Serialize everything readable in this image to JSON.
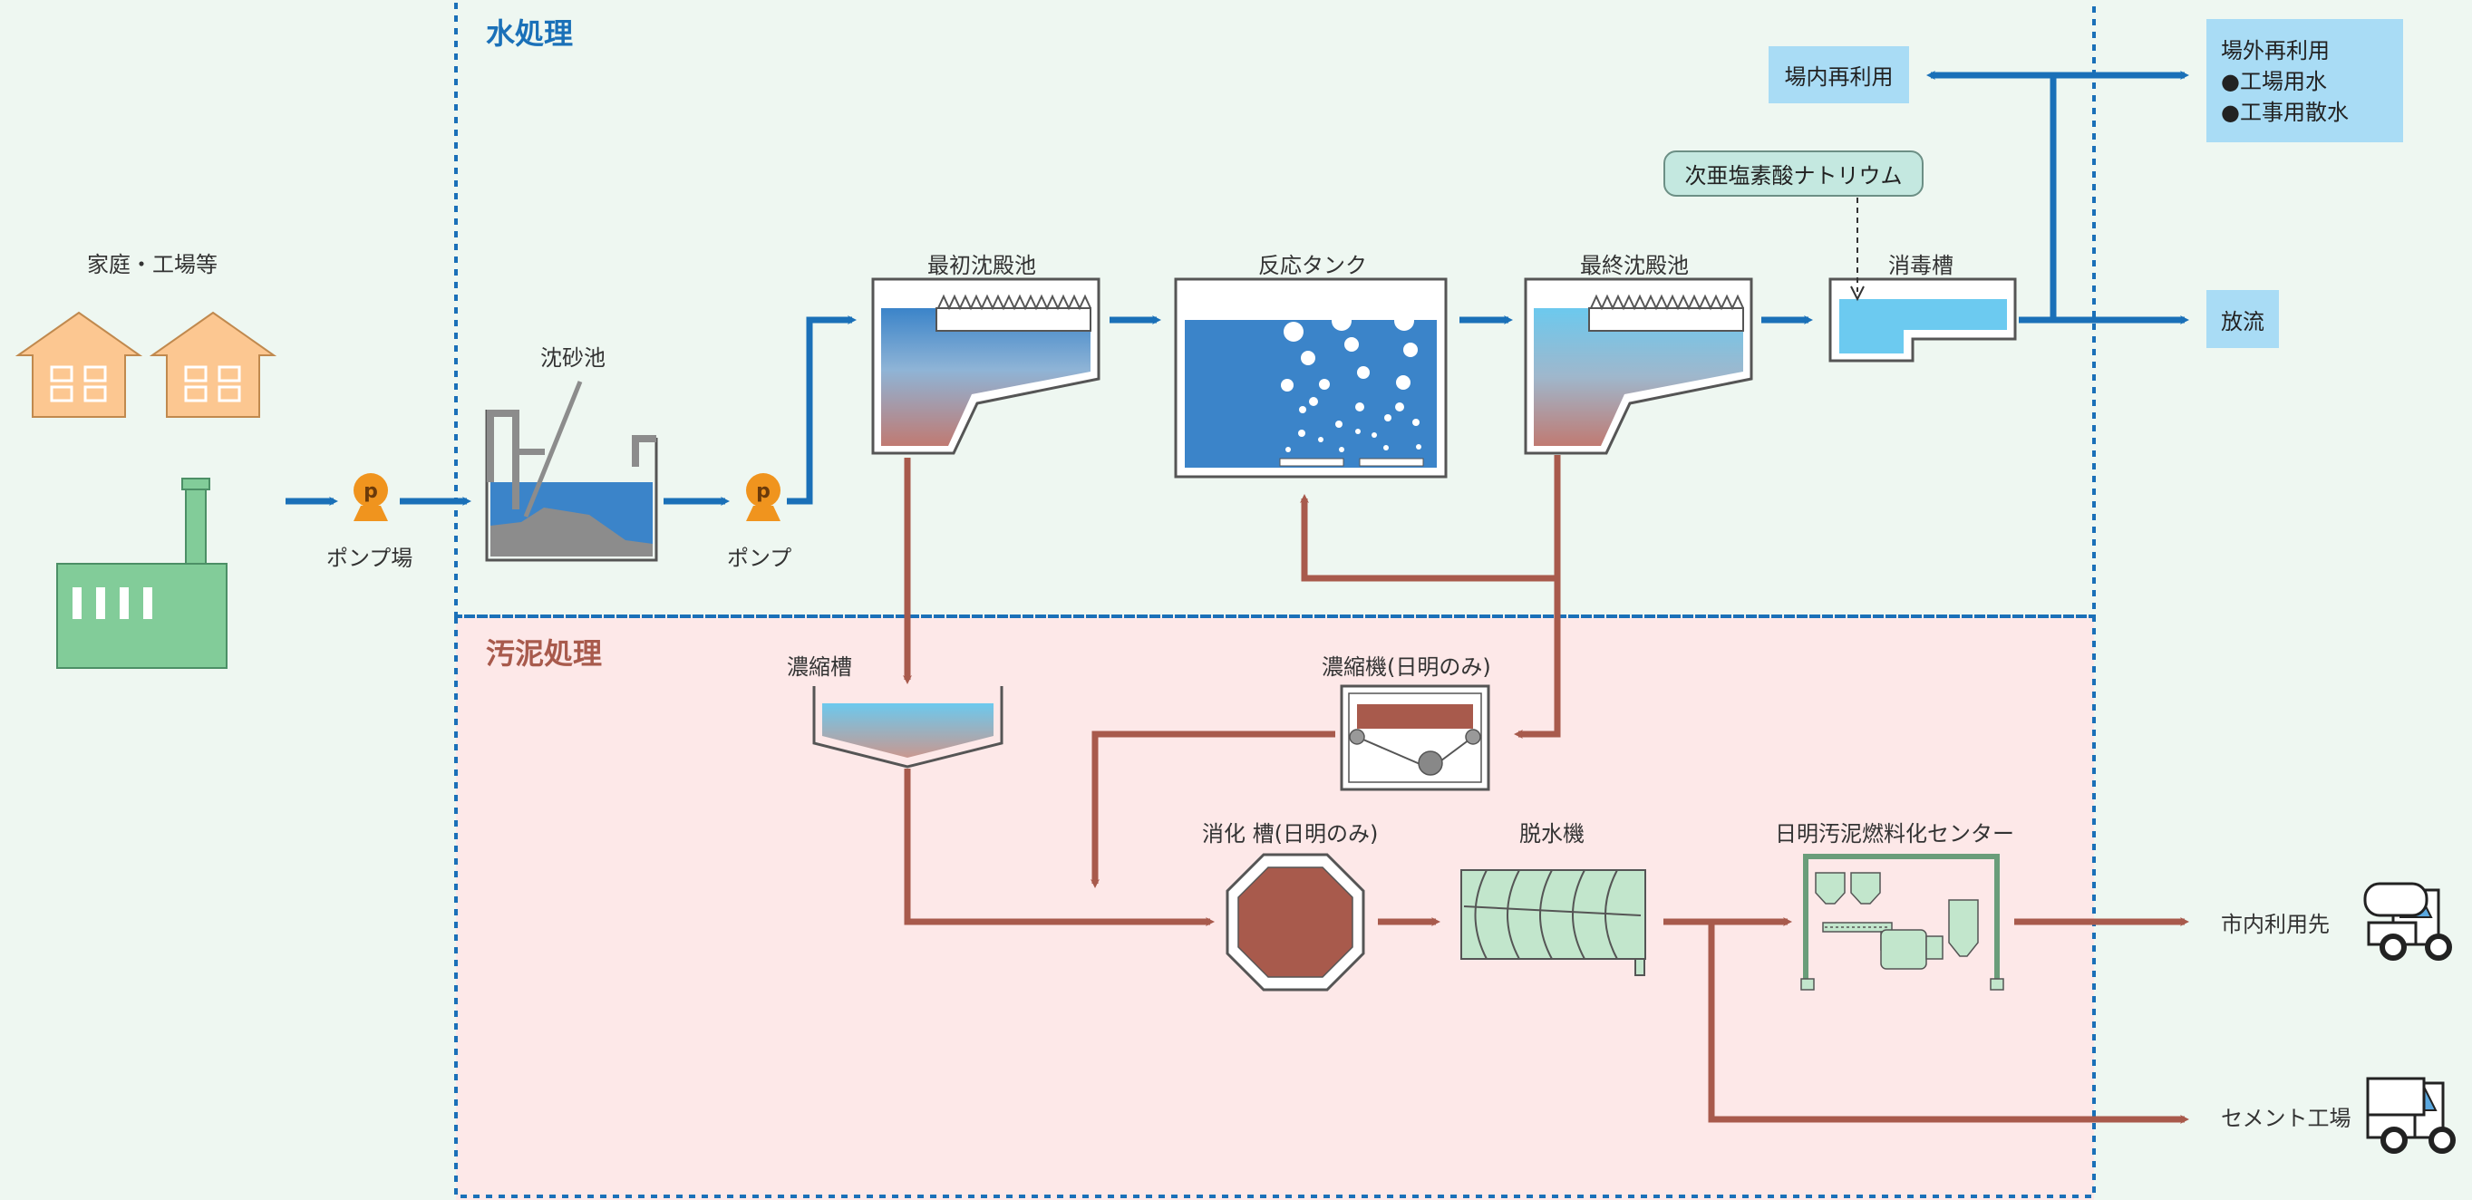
{
  "sections": {
    "water": {
      "title": "水処理",
      "color": "#1a70b8"
    },
    "sludge": {
      "title": "汚泥処理",
      "color": "#a85a4c"
    }
  },
  "colors": {
    "water_flow": "#1a70b8",
    "sludge_flow": "#a85a4c",
    "water_bg": "#eef7f1",
    "sludge_bg": "#fde8e8"
  },
  "sources": {
    "label": "家庭・工場等"
  },
  "water_process": {
    "pump_station": "ポンプ場",
    "pump_icon_letter": "p",
    "grit_chamber": "沈砂池",
    "pump": "ポンプ",
    "primary_settling": "最初沈殿池",
    "reaction_tank": "反応タンク",
    "final_settling": "最終沈殿池",
    "disinfection": "消毒槽",
    "chemical": "次亜塩素酸ナトリウム"
  },
  "outputs": {
    "onsite_reuse": "場内再利用",
    "offsite_reuse": {
      "title": "場外再利用",
      "items": [
        "●工場用水",
        "●工事用散水"
      ]
    },
    "discharge": "放流"
  },
  "sludge_process": {
    "thickener_tank": "濃縮槽",
    "thickener_machine": "濃縮機(日明のみ)",
    "digester": "消化 槽(日明のみ)",
    "dewatering": "脱水機",
    "fuel_center": "日明汚泥燃料化センター",
    "city_use": "市内利用先",
    "cement_factory": "セメント工場"
  }
}
